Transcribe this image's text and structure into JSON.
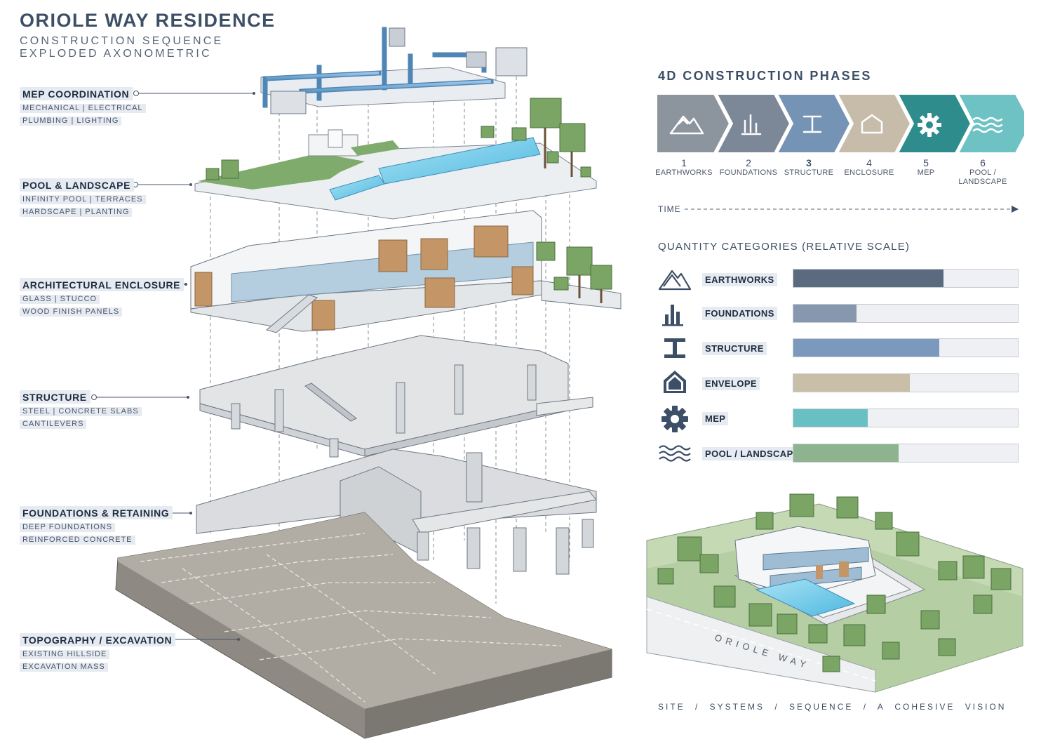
{
  "header": {
    "title": "ORIOLE WAY RESIDENCE",
    "subtitle_line1": "CONSTRUCTION SEQUENCE",
    "subtitle_line2": "EXPLODED AXONOMETRIC"
  },
  "callouts": [
    {
      "label": "MEP COORDINATION",
      "line1": "MECHANICAL | ELECTRICAL",
      "line2": "PLUMBING | LIGHTING"
    },
    {
      "label": "POOL & LANDSCAPE",
      "line1": "INFINITY POOL | TERRACES",
      "line2": "HARDSCAPE | PLANTING"
    },
    {
      "label": "ARCHITECTURAL ENCLOSURE",
      "line1": "GLASS | STUCCO",
      "line2": "WOOD FINISH PANELS"
    },
    {
      "label": "STRUCTURE",
      "line1": "STEEL | CONCRETE SLABS",
      "line2": "CANTILEVERS"
    },
    {
      "label": "FOUNDATIONS & RETAINING",
      "line1": "DEEP FOUNDATIONS",
      "line2": "REINFORCED CONCRETE"
    },
    {
      "label": "TOPOGRAPHY / EXCAVATION",
      "line1": "EXISTING HILLSIDE",
      "line2": "EXCAVATION MASS"
    }
  ],
  "phases": {
    "title": "4D CONSTRUCTION PHASES",
    "time_label": "TIME",
    "items": [
      {
        "num": "1",
        "label": "EARTHWORKS",
        "label2": "",
        "color": "#8c949e",
        "icon": "mountain-icon"
      },
      {
        "num": "2",
        "label": "FOUNDATIONS",
        "label2": "",
        "color": "#7c8797",
        "icon": "bars-icon"
      },
      {
        "num": "3",
        "label": "STRUCTURE",
        "label2": "",
        "color": "#7593b5",
        "icon": "beam-icon"
      },
      {
        "num": "4",
        "label": "ENCLOSURE",
        "label2": "",
        "color": "#c6bca9",
        "icon": "house-icon"
      },
      {
        "num": "5",
        "label": "MEP",
        "label2": "",
        "color": "#2f8c8c",
        "icon": "gear-icon"
      },
      {
        "num": "6",
        "label": "POOL /",
        "label2": "LANDSCAPE",
        "color": "#6fc2c3",
        "icon": "waves-icon"
      }
    ]
  },
  "quantities": {
    "title": "QUANTITY CATEGORIES (RELATIVE SCALE)",
    "items": [
      {
        "label": "EARTHWORKS",
        "fraction": 0.67,
        "color": "#5b6a7e",
        "icon": "mountain-icon"
      },
      {
        "label": "FOUNDATIONS",
        "fraction": 0.28,
        "color": "#8797ad",
        "icon": "bars-icon"
      },
      {
        "label": "STRUCTURE",
        "fraction": 0.65,
        "color": "#7b98bd",
        "icon": "beam-icon"
      },
      {
        "label": "ENVELOPE",
        "fraction": 0.52,
        "color": "#c9bfa9",
        "icon": "house-icon"
      },
      {
        "label": "MEP",
        "fraction": 0.33,
        "color": "#69c0c3",
        "icon": "gear-icon"
      },
      {
        "label": "POOL / LANDSCAPE",
        "fraction": 0.47,
        "color": "#8db48e",
        "icon": "waves-icon"
      }
    ]
  },
  "site": {
    "road_label": "ORIOLE WAY"
  },
  "footer": {
    "text": "SITE / SYSTEMS / SEQUENCE / A COHESIVE VISION"
  }
}
